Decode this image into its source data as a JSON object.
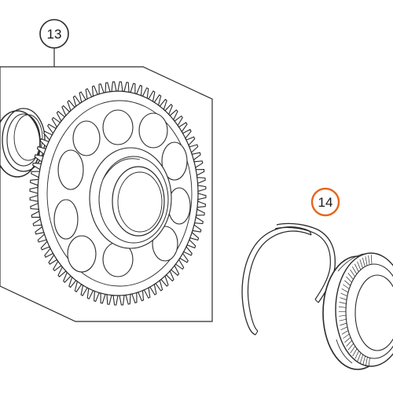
{
  "callouts": [
    {
      "id": "13",
      "label": "13",
      "highlighted": false
    },
    {
      "id": "14",
      "label": "14",
      "highlighted": true
    }
  ],
  "colors": {
    "line": "#2a2a2a",
    "highlight": "#e8651c",
    "background": "#ffffff"
  }
}
